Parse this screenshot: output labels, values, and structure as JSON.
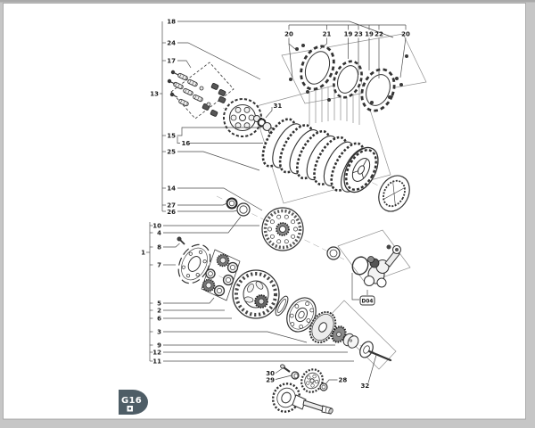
{
  "page": {
    "badge": "G16",
    "colors": {
      "badge_bg": "#4e5d66",
      "paper": "#ffffff",
      "frame": "#c6c6c6",
      "line": "#3a3a3a"
    }
  },
  "diagram": {
    "cross_ref": "D04",
    "callout_groups": {
      "top_row": [
        "20",
        "21",
        "19",
        "23",
        "19",
        "22",
        "20"
      ],
      "left_upper_bracket": "13",
      "left_upper": [
        "18",
        "24",
        "17",
        "15",
        "16",
        "25",
        "14",
        "27",
        "26"
      ],
      "left_lower_bracket": "1",
      "left_lower": [
        "10",
        "4",
        "8",
        "7",
        "5",
        "2",
        "6",
        "3",
        "9",
        "12",
        "11"
      ],
      "middle": [
        "31"
      ],
      "bottom": [
        "30",
        "29",
        "28",
        "32"
      ]
    },
    "labels": {
      "n18": "18",
      "n24": "24",
      "n17": "17",
      "n13": "13",
      "n15": "15",
      "n16": "16",
      "n25": "25",
      "n14": "14",
      "n27": "27",
      "n26": "26",
      "n10": "10",
      "n4": "4",
      "n8": "8",
      "n1": "1",
      "n7": "7",
      "n5": "5",
      "n2": "2",
      "n6": "6",
      "n3": "3",
      "n9": "9",
      "n12": "12",
      "n11": "11",
      "t20a": "20",
      "t21": "21",
      "t19a": "19",
      "t23": "23",
      "t19b": "19",
      "t22": "22",
      "t20b": "20",
      "n31": "31",
      "n30": "30",
      "n29": "29",
      "n28": "28",
      "n32": "32",
      "d04": "D04",
      "g16": "G16"
    }
  }
}
